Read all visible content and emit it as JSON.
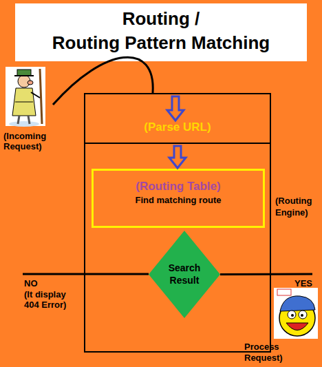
{
  "diagram": {
    "title": "Routing /",
    "nodes": [
      {
        "text": [
          "(Incoming Request)"
        ]
      },
      {
        "text": [
          "(Routing Engine)"
        ]
      },
      {
        "text": [
          "(Parse URL)"
        ],
        "in": 1
      },
      {
        "text": [
          "(Routing Table)",
          "Find matching route"
        ],
        "in": 1
      },
      {
        "text": [
          "Search Result"
        ],
        "in": 1
      },
      {
        "text": [
          "Process Request)"
        ]
      }
    ],
    "edges": [
      {
        "from": 0,
        "to": 1,
        "arrow": "none"
      },
      {
        "from": 2,
        "to": 3,
        "arrow": "to"
      },
      {
        "from": 4,
        "to": 5,
        "arrow": "none",
        "label": "YES"
      }
    ],
    "labels": [
      "Routing Pattern Matching",
      "NO",
      "(It display 404 Error)"
    ]
  }
}
